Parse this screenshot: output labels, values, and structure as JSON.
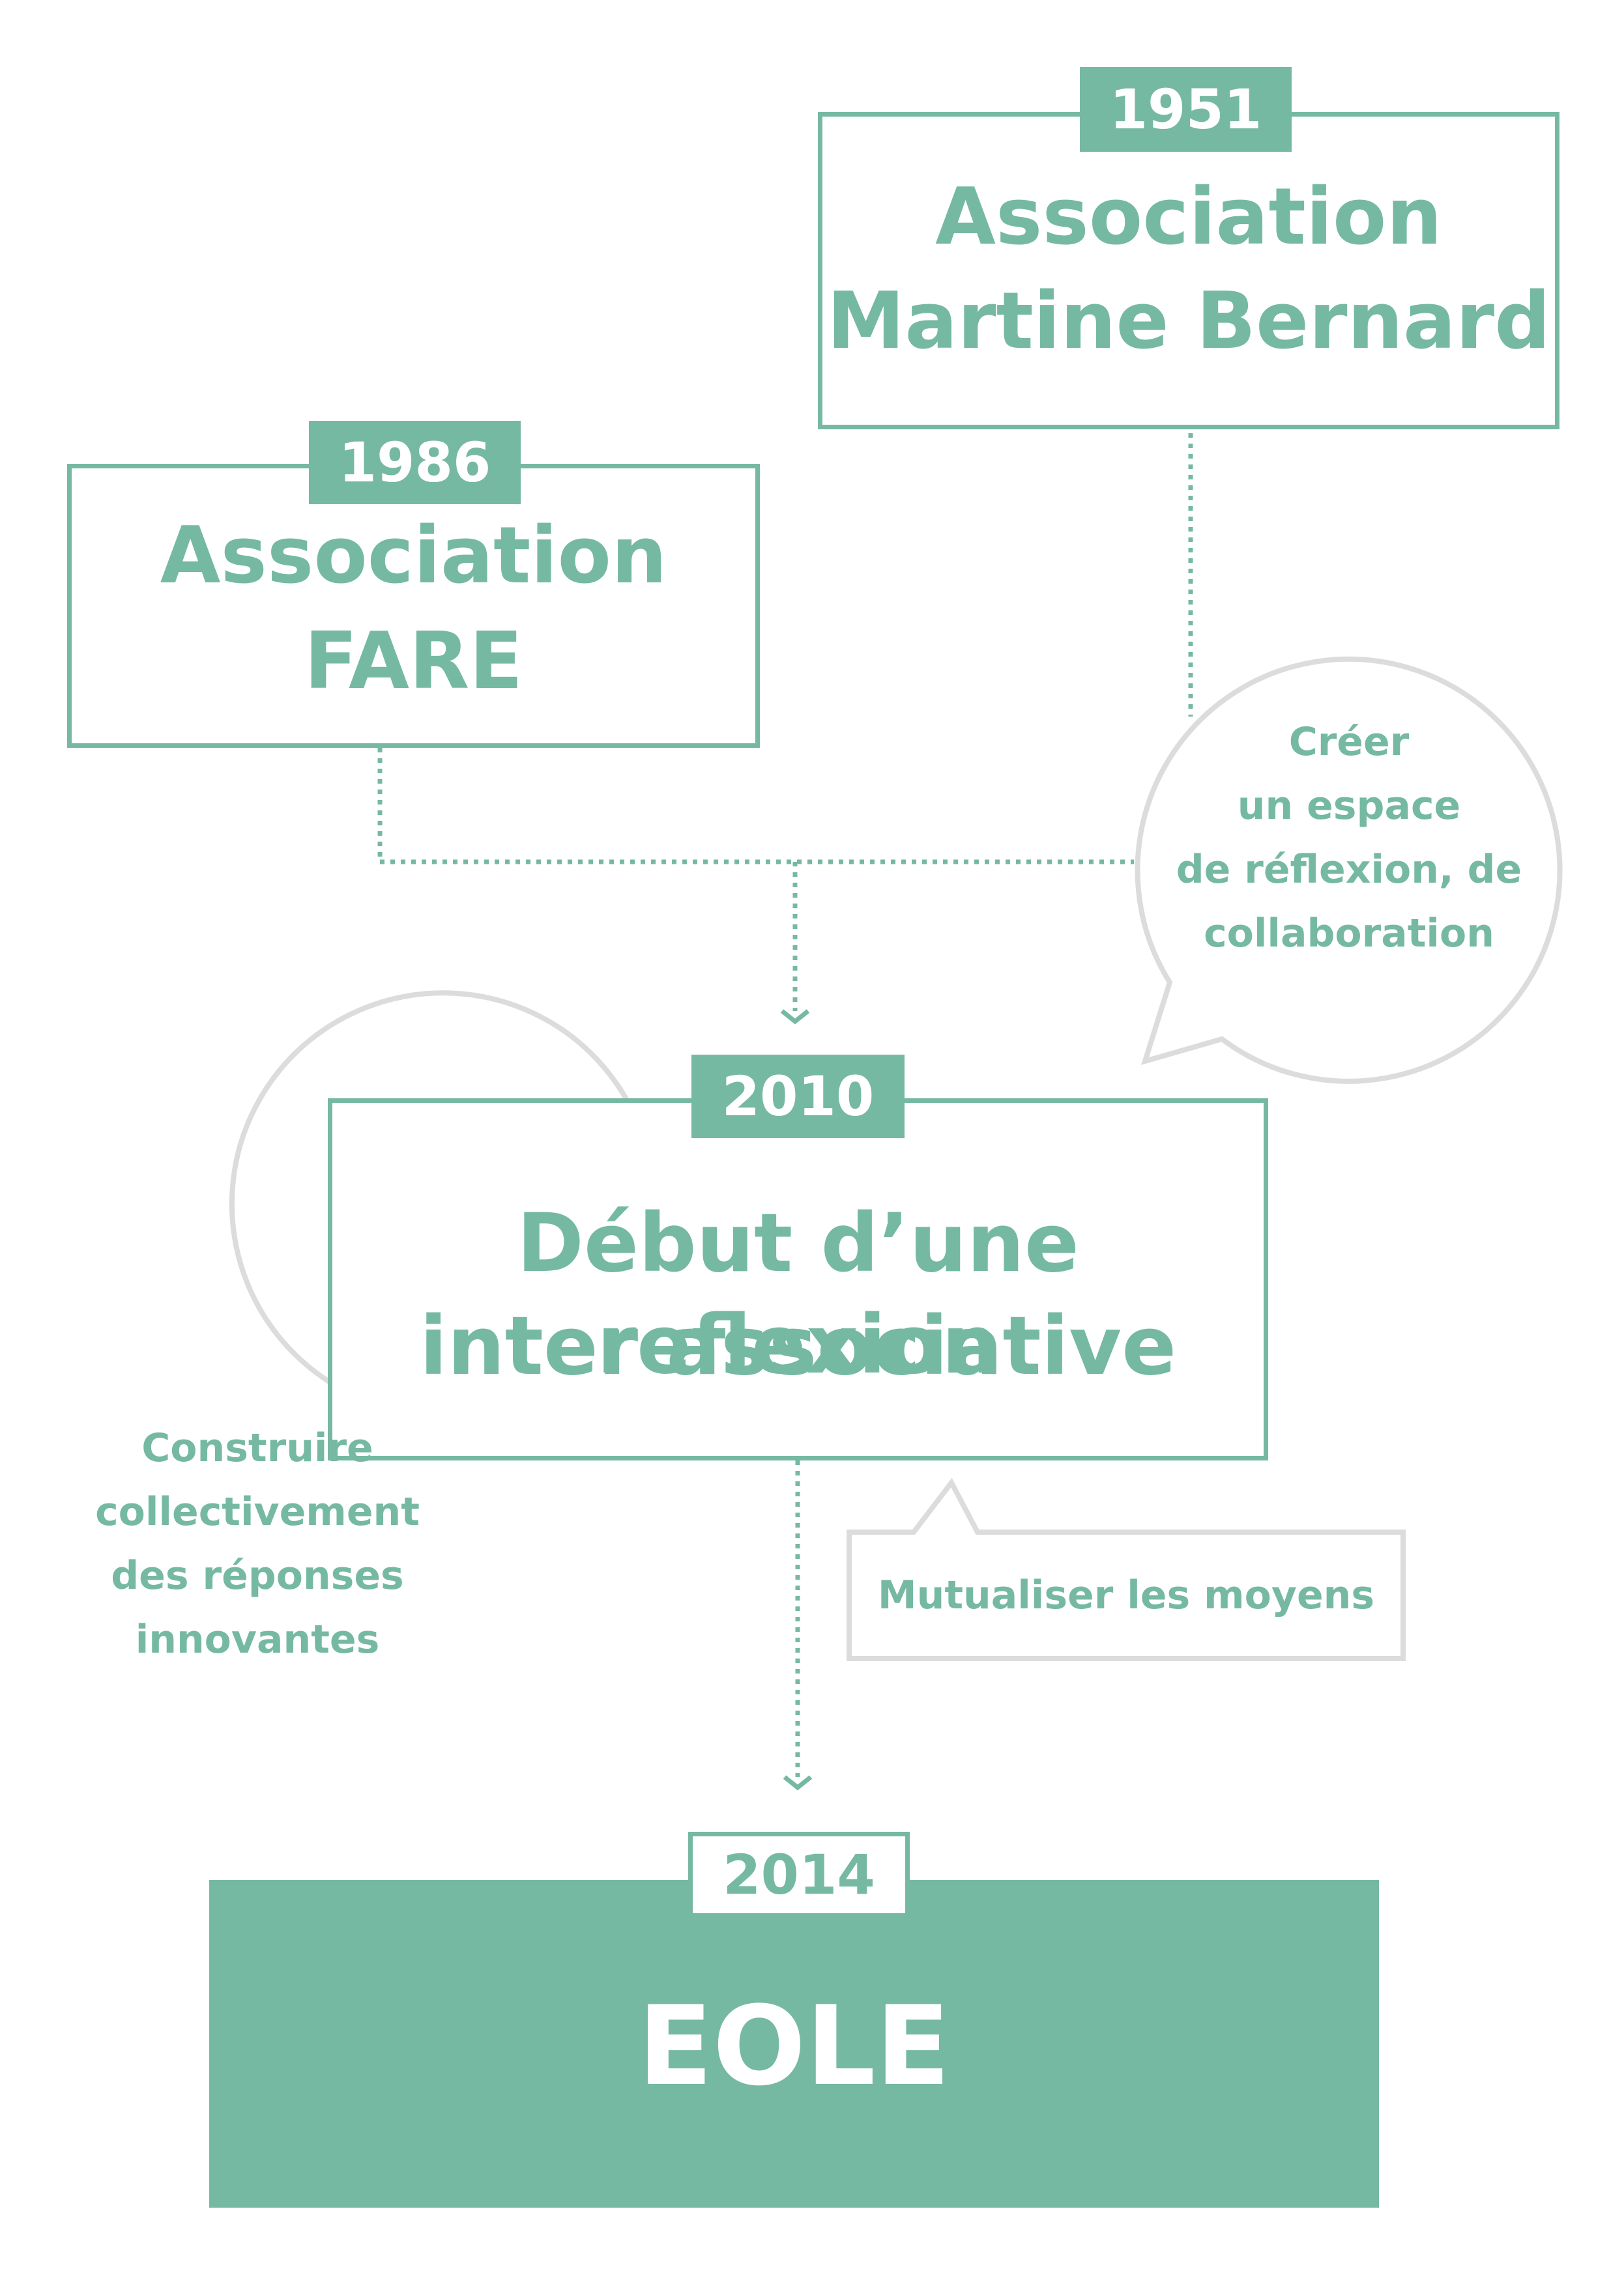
{
  "nodes": {
    "martine": {
      "year": "1951",
      "title_line1": "Association",
      "title_line2": "Martine Bernard"
    },
    "fare": {
      "year": "1986",
      "title_line1": "Association",
      "title_line2": "FARE"
    },
    "reflexion": {
      "year": "2010",
      "title_line1": "Début d’une reflexion",
      "title_line2": "inter associative"
    },
    "eole": {
      "year": "2014",
      "title": "EOLE"
    }
  },
  "bubbles": {
    "creer": {
      "lines": [
        "Créer",
        "un espace",
        "de réflexion, de",
        "collaboration"
      ]
    },
    "construire": {
      "lines": [
        "Construire",
        "collectivement",
        "des réponses",
        "innovantes"
      ]
    },
    "mutualiser": {
      "text": "Mutualiser les moyens"
    }
  },
  "colors": {
    "accent": "#76b9a3",
    "bubble_border": "#dcdcdc",
    "background": "#ffffff"
  }
}
